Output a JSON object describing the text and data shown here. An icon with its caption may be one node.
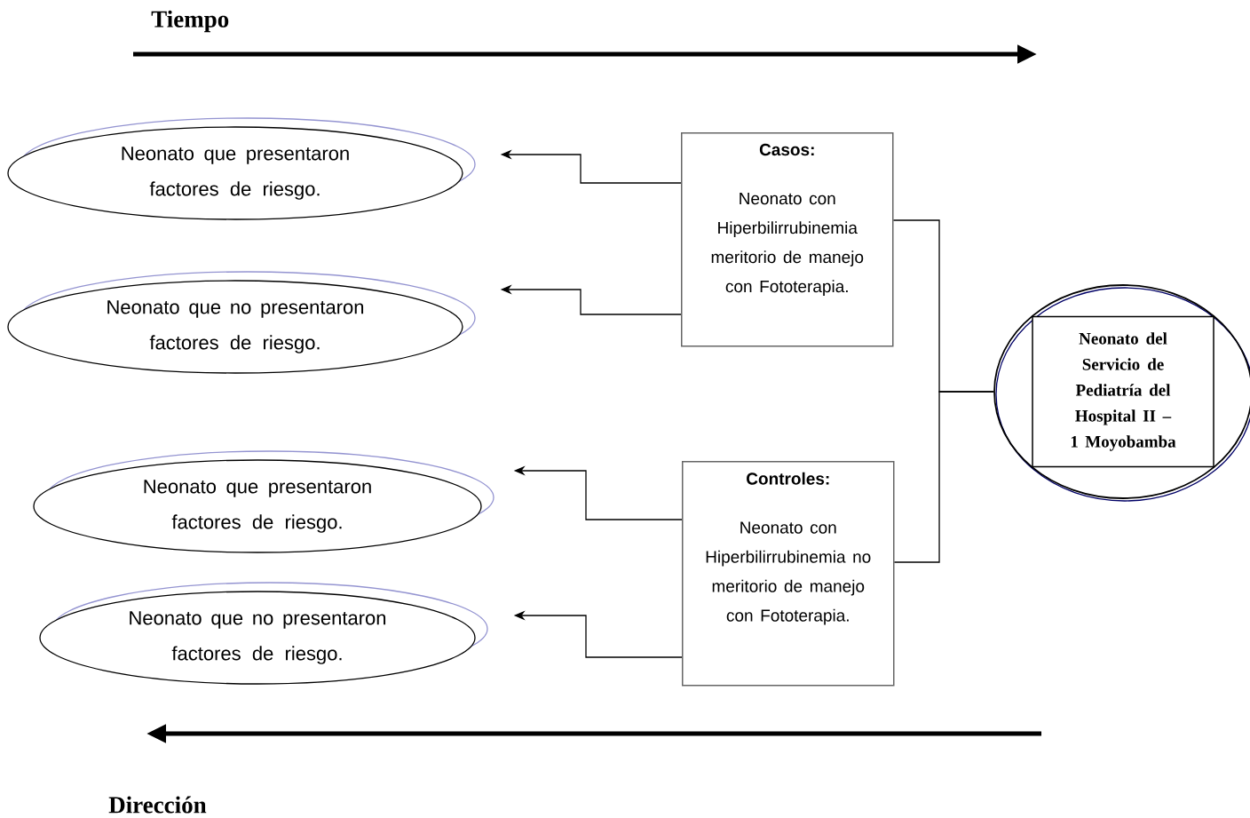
{
  "diagram": {
    "nodes": [
      {
        "text": [
          "Neonato que presentaron factores de riesgo."
        ]
      },
      {
        "text": [
          "Neonato que no presentaron factores de riesgo."
        ]
      },
      {
        "text": [
          "Neonato que presentaron factores de riesgo."
        ]
      },
      {
        "text": [
          "Neonato que no presentaron factores de riesgo."
        ]
      },
      {
        "text": [
          "Casos:",
          "Neonato con Hiperbilirrubinemia meritorio de manejo con Fototerapia."
        ]
      },
      {
        "text": [
          "Controles:",
          "Neonato con Hiperbilirrubinemia no meritorio de manejo con Fototerapia."
        ]
      },
      {
        "text": [],
        "shape": "circle"
      },
      {
        "text": [
          "Neonato del Servicio de Pediatría del Hospital II – 1 Moyobamba"
        ],
        "in": 6
      }
    ],
    "edges": [
      {
        "from": 4,
        "to": 0,
        "arrow": "to"
      },
      {
        "from": 4,
        "to": 1,
        "arrow": "to"
      },
      {
        "from": 5,
        "to": 2,
        "arrow": "to"
      },
      {
        "from": 5,
        "to": 3,
        "arrow": "to"
      },
      {
        "from": 4,
        "to": 6,
        "arrow": "none"
      },
      {
        "from": 5,
        "to": 6,
        "arrow": "none"
      }
    ],
    "labels": [
      "Tiempo",
      "Dirección"
    ]
  }
}
